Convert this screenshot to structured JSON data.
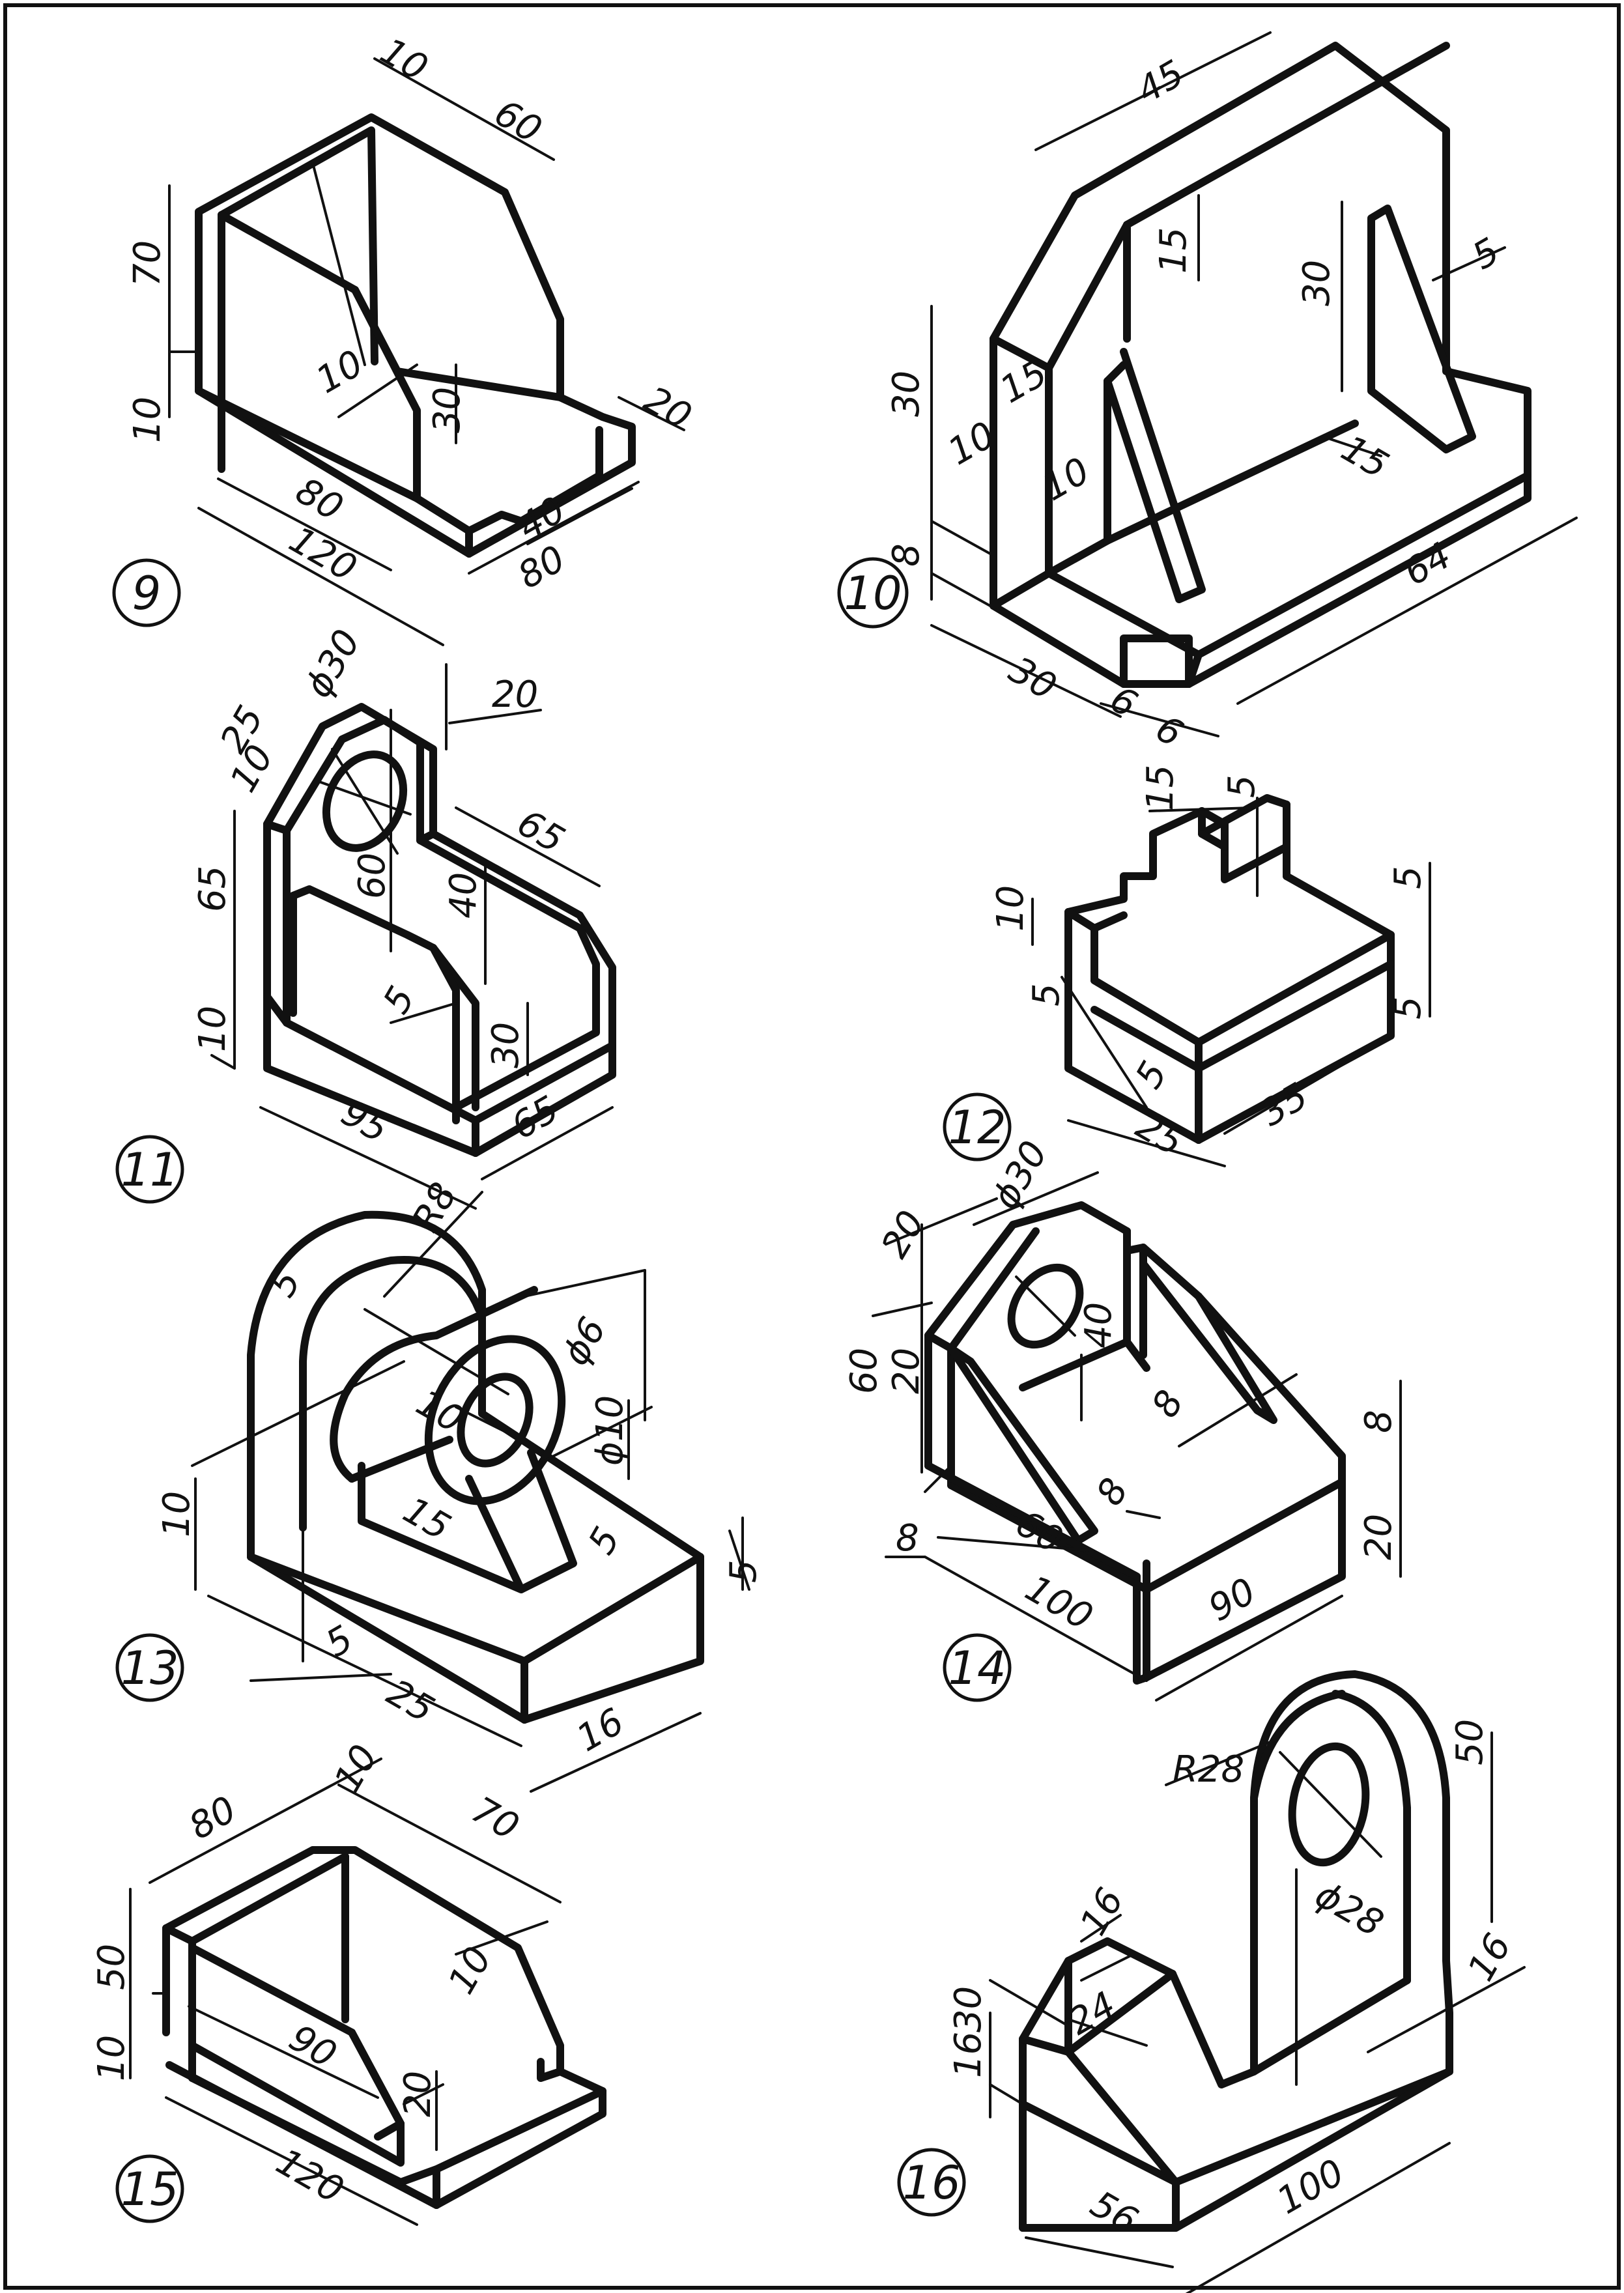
{
  "figures": [
    {
      "number": "9",
      "dims": [
        "10",
        "60",
        "70",
        "10",
        "10",
        "30",
        "20",
        "80",
        "120",
        "40",
        "80"
      ]
    },
    {
      "number": "10",
      "dims": [
        "45",
        "15",
        "30",
        "5",
        "15",
        "30",
        "10",
        "10",
        "8",
        "15",
        "64",
        "30",
        "6",
        "6"
      ]
    },
    {
      "number": "11",
      "dims": [
        "25",
        "ϕ30",
        "20",
        "10",
        "65",
        "60",
        "40",
        "65",
        "5",
        "10",
        "30",
        "95",
        "65"
      ]
    },
    {
      "number": "12",
      "dims": [
        "15",
        "5",
        "5",
        "10",
        "5",
        "5",
        "5",
        "25",
        "35"
      ]
    },
    {
      "number": "13",
      "dims": [
        "R8",
        "5",
        "ϕ6",
        "ϕ10",
        "10",
        "10",
        "15",
        "5",
        "5",
        "5",
        "25",
        "16"
      ]
    },
    {
      "number": "14",
      "dims": [
        "ϕ30",
        "20",
        "40",
        "60",
        "20",
        "8",
        "8",
        "8",
        "8",
        "60",
        "100",
        "20",
        "90"
      ]
    },
    {
      "number": "15",
      "dims": [
        "10",
        "80",
        "70",
        "50",
        "10",
        "10",
        "90",
        "20",
        "120"
      ]
    },
    {
      "number": "16",
      "dims": [
        "R28",
        "50",
        "16",
        "ϕ28",
        "30",
        "24",
        "16",
        "16",
        "100",
        "56"
      ]
    }
  ],
  "colors": {
    "line": "#111111",
    "paper": "#ffffff"
  }
}
